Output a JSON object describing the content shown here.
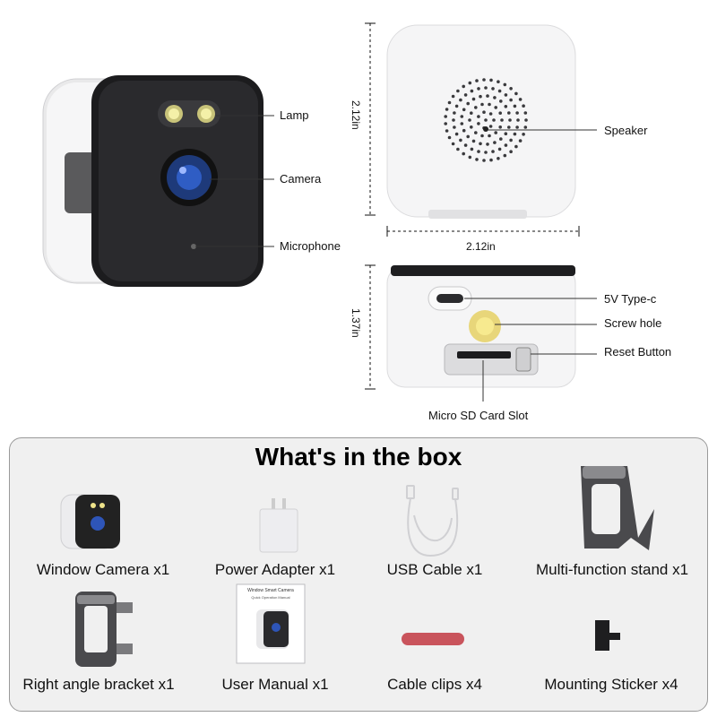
{
  "diagram": {
    "front_labels": {
      "lamp": "Lamp",
      "camera": "Camera",
      "microphone": "Microphone"
    },
    "back_labels": {
      "speaker": "Speaker"
    },
    "bottom_labels": {
      "usb": "5V Type-c",
      "screw": "Screw hole",
      "reset": "Reset Button",
      "sd": "Micro SD Card Slot"
    },
    "dimensions": {
      "height": "2.12in",
      "width": "2.12in",
      "depth": "1.37in"
    }
  },
  "box": {
    "title": "What's in the box",
    "items": [
      "Window Camera x1",
      "Power Adapter x1",
      "USB Cable x1",
      "Multi-function stand x1",
      "Right angle bracket x1",
      "User Manual x1",
      "Cable clips x4",
      "Mounting Sticker x4"
    ],
    "manual_title": "Window Smart Camera",
    "manual_subtitle": "Quick Operation Manual"
  }
}
